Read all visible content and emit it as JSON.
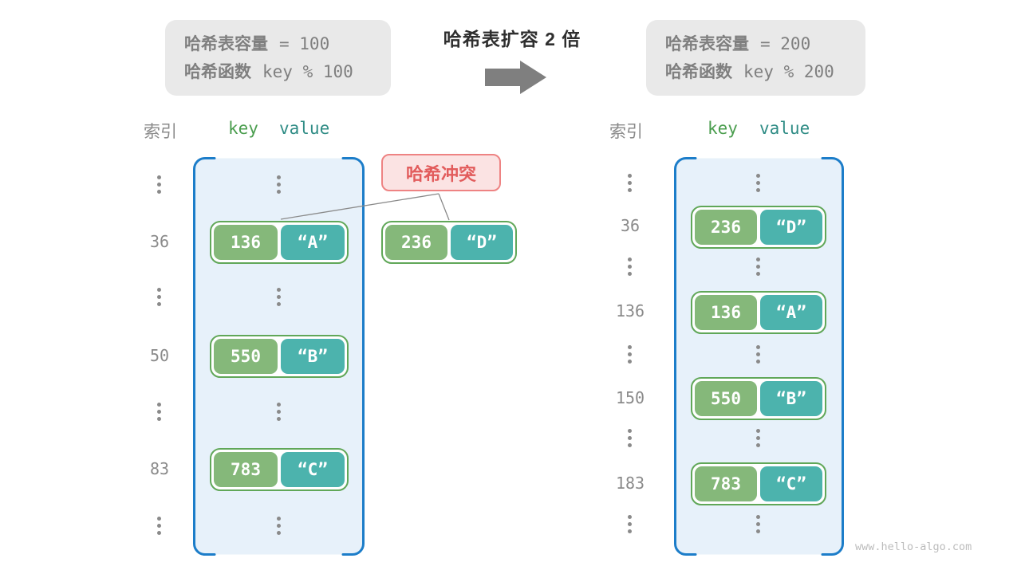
{
  "transition": {
    "title": "哈希表扩容 2 倍"
  },
  "left_table": {
    "info": {
      "capacity_label": "哈希表容量",
      "capacity_value": "= 100",
      "hash_label": "哈希函数",
      "hash_value": "key % 100"
    },
    "headers": {
      "index": "索引",
      "key": "key",
      "value": "value"
    },
    "rows": [
      {
        "index": "36",
        "key": "136",
        "value": "“A”"
      },
      {
        "index": "50",
        "key": "550",
        "value": "“B”"
      },
      {
        "index": "83",
        "key": "783",
        "value": "“C”"
      }
    ]
  },
  "right_table": {
    "info": {
      "capacity_label": "哈希表容量",
      "capacity_value": "= 200",
      "hash_label": "哈希函数",
      "hash_value": "key % 200"
    },
    "headers": {
      "index": "索引",
      "key": "key",
      "value": "value"
    },
    "rows": [
      {
        "index": "36",
        "key": "236",
        "value": "“D”"
      },
      {
        "index": "136",
        "key": "136",
        "value": "“A”"
      },
      {
        "index": "150",
        "key": "550",
        "value": "“B”"
      },
      {
        "index": "183",
        "key": "783",
        "value": "“C”"
      }
    ]
  },
  "collision": {
    "label": "哈希冲突",
    "pair": {
      "key": "236",
      "value": "“D”"
    }
  },
  "watermark": "www.hello-algo.com",
  "colors": {
    "bucket_border_blue": "#1c7dc9",
    "bucket_fill": "#e7f1fa",
    "key_green": "#85b87a",
    "value_teal": "#4cb3ad",
    "pair_border_green": "#60a758",
    "collision_red": "#e25c5c",
    "gray_text": "#8a8a8a"
  }
}
